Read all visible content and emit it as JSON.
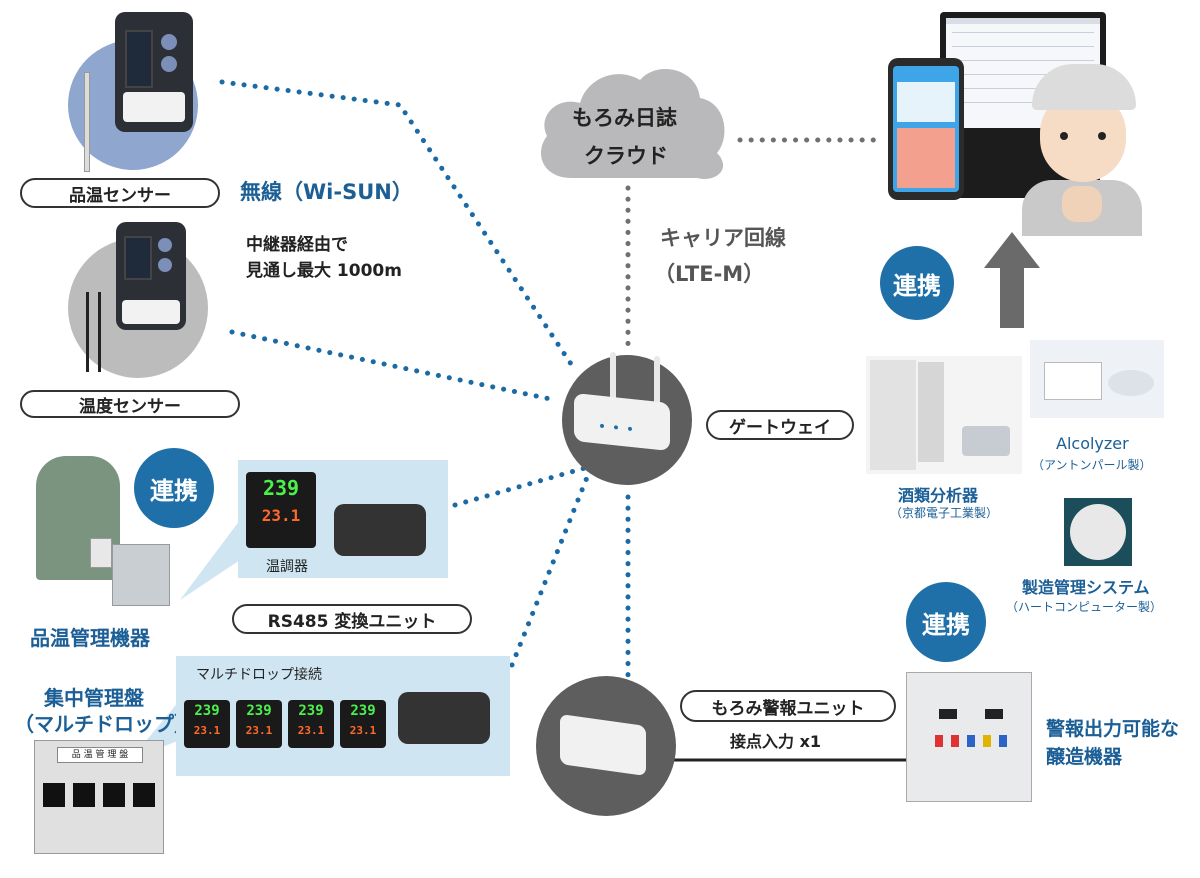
{
  "sensors": {
    "product_temp_label": "品温センサー",
    "temp_label": "温度センサー",
    "wireless": "無線（Wi-SUN）",
    "relay_line1": "中継器経由で",
    "relay_line2": "見通し最大 1000m"
  },
  "cloud": {
    "line1": "もろみ日誌",
    "line2": "クラウド"
  },
  "carrier": {
    "line1": "キャリア回線",
    "line2": "（LTE-M）"
  },
  "gateway_label": "ゲートウェイ",
  "link_badges": [
    "連携",
    "連携",
    "連携"
  ],
  "temp_controller": {
    "display_top": "239",
    "display_bottom": "23.1",
    "caption": "温調器"
  },
  "rs485_label": "RS485 変換ユニット",
  "equipment": {
    "product_temp_mgmt": "品温管理機器",
    "central_panel_line1": "集中管理盤",
    "central_panel_line2": "（マルチドロップ）",
    "panel_plate": "品 温 管 理 盤",
    "multidrop": "マルチドロップ接続"
  },
  "alarm": {
    "unit_label": "もろみ警報ユニット",
    "contact_input": "接点入力 x1",
    "device_line1": "警報出力可能な",
    "device_line2": "醸造機器"
  },
  "analyzers": {
    "alcolyzer": "Alcolyzer",
    "alcolyzer_maker": "（アントンパール製）",
    "sake_analyzer": "酒類分析器",
    "sake_maker": "（京都電子工業製）",
    "mfg_system": "製造管理システム",
    "mfg_maker": "（ハートコンピューター製）"
  },
  "colors": {
    "accent_blue": "#1f6fa8",
    "dot_blue": "#1b6aa5",
    "dot_grey": "#707070",
    "panel_blue": "#cfe6f2"
  }
}
